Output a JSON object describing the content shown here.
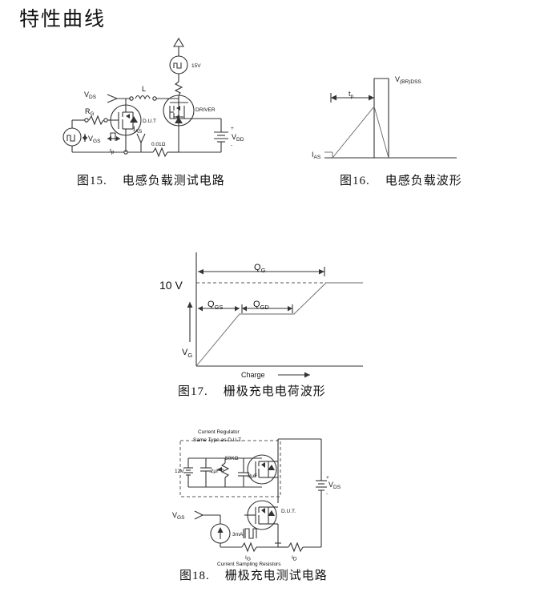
{
  "page": {
    "title": "特性曲线"
  },
  "figures": [
    {
      "id": "fig15",
      "caption_number": "图15.",
      "caption_text": "电感负载测试电路",
      "labels": {
        "vds": "V",
        "vds_sub": "DS",
        "inductor": "L",
        "dut": "D.U.T",
        "rg": "R",
        "rg_sub": "G",
        "vgs": "V",
        "vgs_sub": "GS",
        "tp": "t",
        "tp_sub": "p",
        "ias": "I",
        "ias_sub": "AS",
        "shunt": "0.01Ω",
        "driver": "DRIVER",
        "pulse_15v": "15V",
        "vdd": "V",
        "vdd_sub": "DD"
      }
    },
    {
      "id": "fig16",
      "caption_number": "图16.",
      "caption_text": "电感负载波形",
      "labels": {
        "tp": "t",
        "tp_sub": "p",
        "vbrdss": "V",
        "vbrdss_sub1": "(BR)",
        "vbrdss_sub2": "DSS",
        "ias": "I",
        "ias_sub": "AS"
      }
    },
    {
      "id": "fig17",
      "caption_number": "图17.",
      "caption_text": "栅极充电电荷波形",
      "labels": {
        "ten_volt": "10 V",
        "qg": "Q",
        "qg_sub": "G",
        "qgs": "Q",
        "qgs_sub": "GS",
        "qgd": "Q",
        "qgd_sub": "GD",
        "vg": "V",
        "vg_sub": "G",
        "charge": "Charge"
      }
    },
    {
      "id": "fig18",
      "caption_number": "图18.",
      "caption_text": "栅极充电测试电路",
      "labels": {
        "regulator_line1": "Current Regulator",
        "regulator_line2": "Same Type as D.U.T.",
        "supply_12v": "12V",
        "cap1": ".2μF",
        "pot": "50KΩ",
        "cap2": ".3μF",
        "dut": "D.U.T.",
        "vds": "V",
        "vds_sub": "DS",
        "vgs": "V",
        "vgs_sub": "GS",
        "current_src": "3mA",
        "ig": "I",
        "ig_sub": "G",
        "idd": "I",
        "idd_sub": "D",
        "sampling": "Current Sampling Resistors",
        "plus": "+",
        "minus": "-"
      }
    }
  ],
  "chart_data": [
    {
      "type": "line",
      "title": "电感负载波形",
      "xlabel": "",
      "ylabel": "",
      "series": [
        {
          "name": "V(BR)DSS",
          "comment": "rectangular voltage pulse",
          "x": [
            0,
            62,
            62,
            76,
            76,
            130
          ],
          "y": [
            0,
            0,
            100,
            100,
            0,
            0
          ]
        },
        {
          "name": "IAS",
          "comment": "ramping avalanche current, peaks at end of tp then falls",
          "x": [
            8,
            62,
            76
          ],
          "y": [
            0,
            62,
            0
          ]
        }
      ],
      "annotations": [
        "tp",
        "V(BR)DSS",
        "IAS"
      ],
      "grid": false,
      "legend": "none"
    },
    {
      "type": "line",
      "title": "栅极充电电荷波形",
      "xlabel": "Charge",
      "ylabel": "VG",
      "series": [
        {
          "name": "Gate voltage vs charge",
          "comment": "rise to plateau (QGS), Miller plateau (QGD), then rise past 10 V",
          "x": [
            0,
            38,
            75,
            110,
            140
          ],
          "y": [
            0,
            57,
            57,
            100,
            100
          ]
        }
      ],
      "annotations": [
        "QG",
        "QGS",
        "QGD",
        "10 V",
        "VG",
        "Charge"
      ],
      "reference_lines": [
        {
          "label": "10 V",
          "value": 100,
          "style": "dashed"
        }
      ],
      "grid": false,
      "legend": "none"
    }
  ]
}
